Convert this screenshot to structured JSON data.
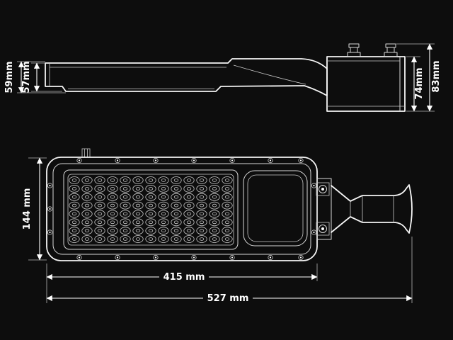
{
  "colors": {
    "background": "#0d0d0d",
    "line": "#ffffff"
  },
  "side_view": {
    "dim_left_outer": "59mm",
    "dim_left_inner": "57mm",
    "dim_right_inner": "74mm",
    "dim_right_outer": "83mm"
  },
  "plan_view": {
    "dim_height": "144 mm",
    "dim_body_length": "415 mm",
    "dim_total_length": "527 mm",
    "led_grid": {
      "rows": 8,
      "cols": 13
    }
  }
}
